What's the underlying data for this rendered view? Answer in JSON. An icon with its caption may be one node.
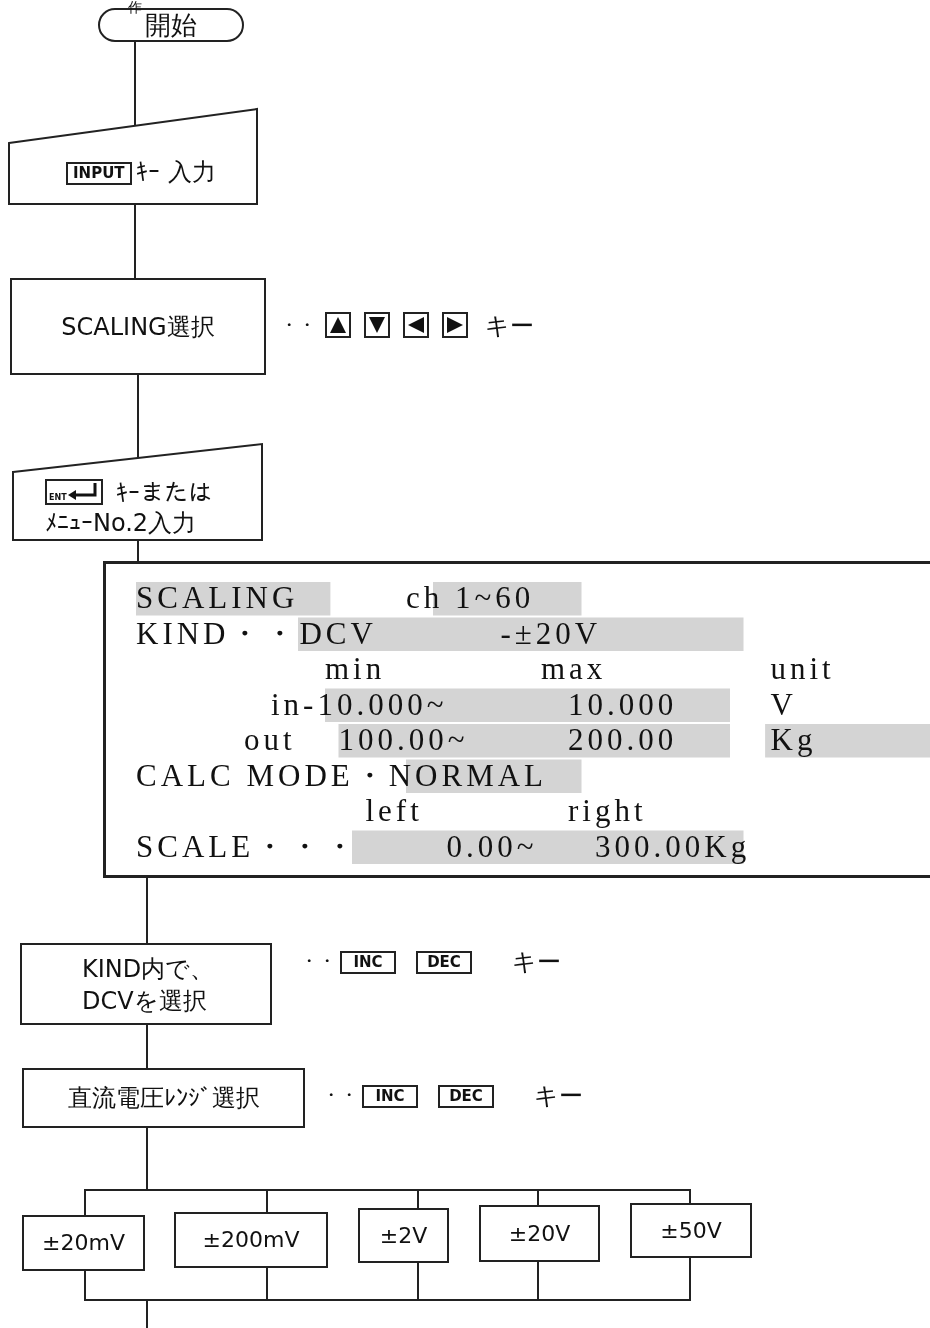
{
  "diagram": {
    "nodes": [
      {
        "text": [
          "開始"
        ]
      },
      {
        "text": [
          "INPUT",
          "ｷｰ 入力"
        ]
      },
      {
        "text": [
          "SCALING選択"
        ],
        "beside": [
          "・・"
        ]
      },
      {
        "text": [
          "ENT",
          "ｷｰまたは",
          "ﾒﾆｭｰNo.2入力"
        ]
      },
      {
        "text": [
          "SCALING",
          "ch 1~60",
          "KIND・・DCV",
          "-±20V",
          "min",
          "max",
          "unit",
          "in-10.000~",
          "10.000",
          "V",
          "out",
          "100.00~",
          "200.00",
          "Kg",
          "CALC MODE・NORMAL",
          "left",
          "right",
          "SCALE・・・",
          "0.00~",
          "300.00Kg"
        ]
      },
      {
        "text": [
          "KIND内で、DCVを選択"
        ],
        "beside": [
          "・・",
          "INC",
          "DEC",
          "キー"
        ]
      },
      {
        "text": [
          "直流電圧ﾚﾝｼﾞ選択"
        ],
        "beside": [
          "・・",
          "INC",
          "DEC",
          "キー"
        ]
      },
      {
        "text": [
          "±20mV"
        ]
      },
      {
        "text": [
          "±200mV"
        ]
      },
      {
        "text": [
          "±2V"
        ]
      },
      {
        "text": [
          "±20V"
        ]
      },
      {
        "text": [
          "±50V"
        ]
      }
    ],
    "edges": [
      {
        "from": 0,
        "to": 1,
        "arrow": "none"
      },
      {
        "from": 1,
        "to": 2,
        "arrow": "none"
      },
      {
        "from": 2,
        "to": 3,
        "arrow": "none"
      },
      {
        "from": 3,
        "to": 4,
        "arrow": "none"
      },
      {
        "from": 4,
        "to": 5,
        "arrow": "none"
      },
      {
        "from": 5,
        "to": 6,
        "arrow": "none"
      },
      {
        "from": 6,
        "to": 7,
        "arrow": "none"
      },
      {
        "from": 6,
        "to": 8,
        "arrow": "none"
      },
      {
        "from": 6,
        "to": 9,
        "arrow": "none"
      },
      {
        "from": 6,
        "to": 10,
        "arrow": "none"
      },
      {
        "from": 6,
        "to": 11,
        "arrow": "none"
      },
      {
        "from": 7,
        "to": null,
        "arrow": "none"
      },
      {
        "from": 8,
        "to": null,
        "arrow": "none"
      },
      {
        "from": 9,
        "to": null,
        "arrow": "none"
      },
      {
        "from": 10,
        "to": null,
        "arrow": "none"
      },
      {
        "from": 11,
        "to": null,
        "arrow": "none"
      }
    ],
    "labels": [
      "作",
      "キー"
    ]
  }
}
